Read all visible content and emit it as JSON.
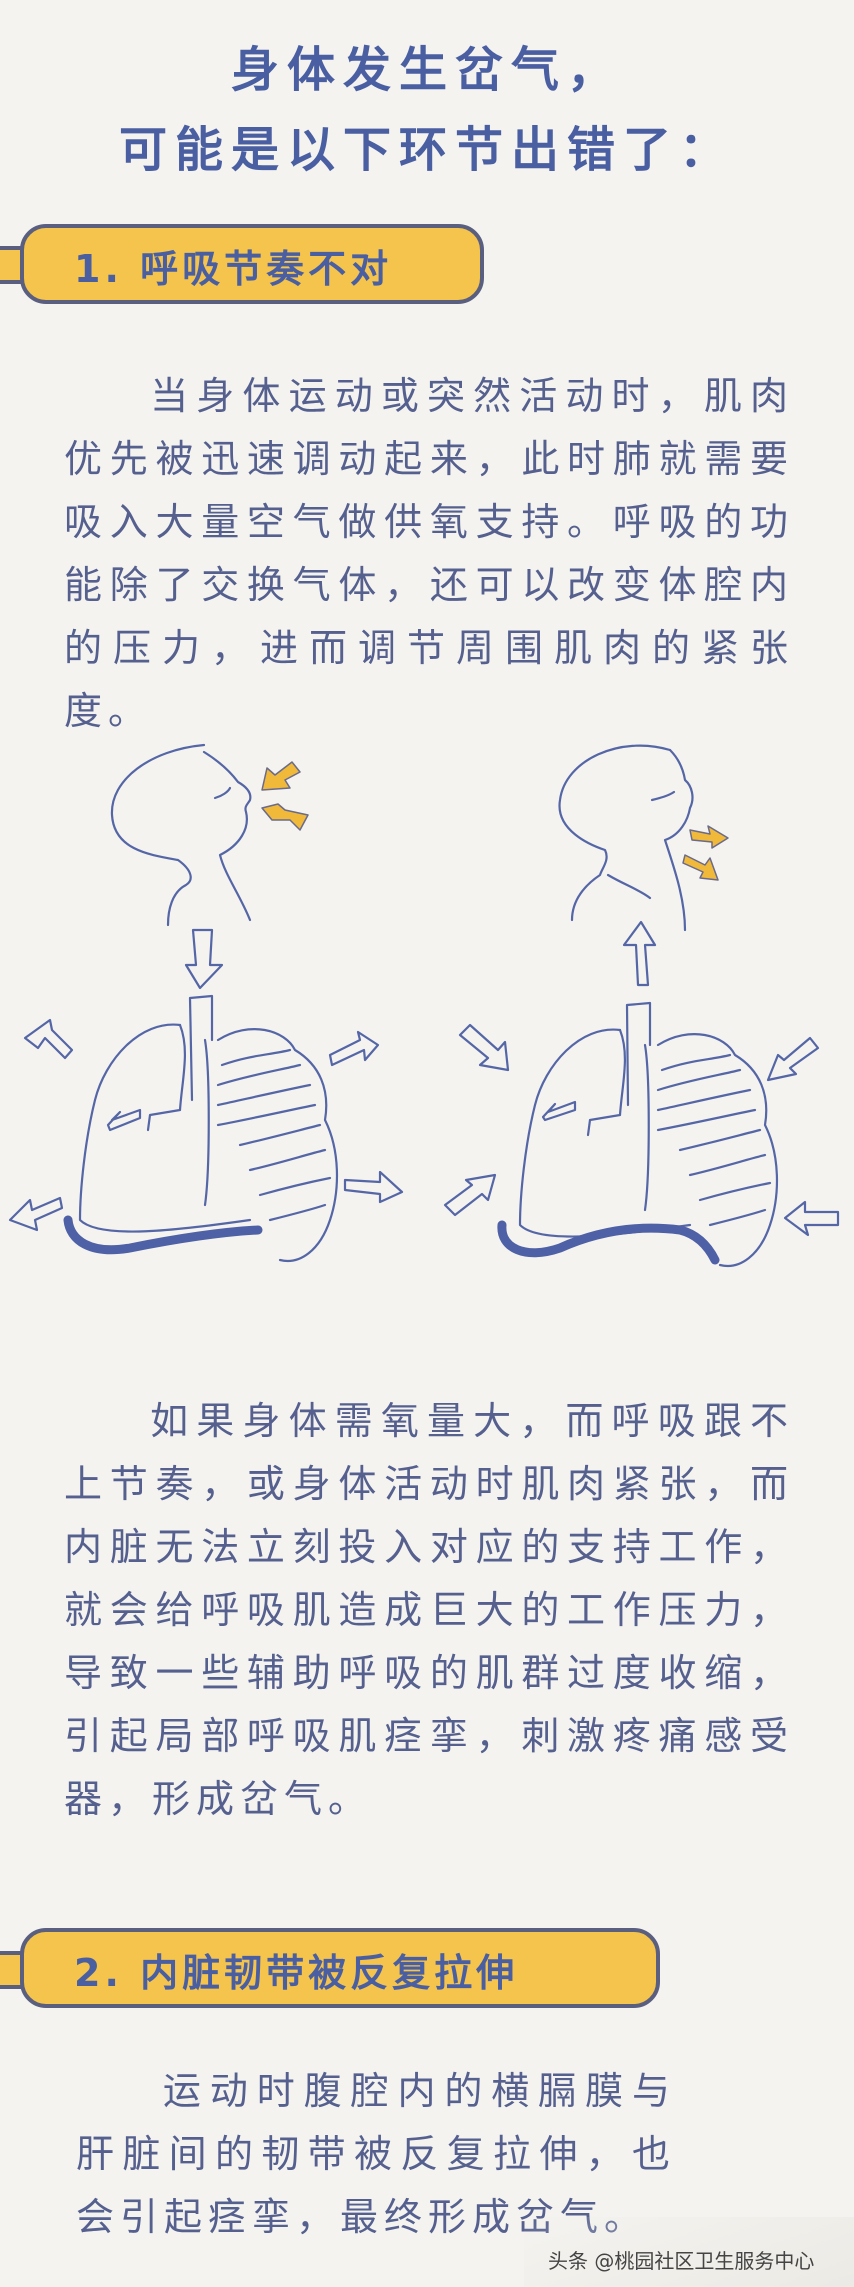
{
  "header": {
    "line1": "身体发生岔气，",
    "line2": "可能是以下环节出错了："
  },
  "sections": [
    {
      "tag": "1. 呼吸节奏不对",
      "paragraphs": [
        "当身体运动或突然活动时，肌肉优先被迅速调动起来，此时肺就需要吸入大量空气做供氧支持。呼吸的功能除了交换气体，还可以改变体腔内的压力，进而调节周围肌肉的紧张度。",
        "如果身体需氧量大，而呼吸跟不上节奏，或身体活动时肌肉紧张，而内脏无法立刻投入对应的支持工作，就会给呼吸肌造成巨大的工作压力，导致一些辅助呼吸的肌群过度收缩，引起局部呼吸肌痉挛，刺激疼痛感受器，形成岔气。"
      ]
    },
    {
      "tag": "2. 内脏韧带被反复拉伸",
      "paragraphs": [
        "运动时腹腔内的横膈膜与肝脏间的韧带被反复拉伸，也会引起痉挛，最终形成岔气。"
      ]
    }
  ],
  "illustration": {
    "left": "inhale-diagram",
    "right": "exhale-diagram"
  },
  "watermark": "头条 @桃园社区卫生服务中心",
  "colors": {
    "background": "#f4f3ef",
    "accent_yellow": "#f5c44d",
    "ink_blue": "#4a5fa2",
    "border": "#5a5f80"
  }
}
